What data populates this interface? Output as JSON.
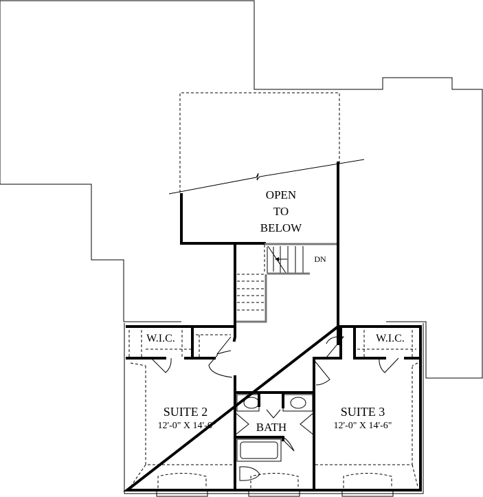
{
  "plan": {
    "open_to_below": [
      "OPEN",
      "TO",
      "BELOW"
    ],
    "stair_label": "DN",
    "rooms": [
      {
        "name": "SUITE 2",
        "dimensions": "12'-0\" X 14'-6\""
      },
      {
        "name": "SUITE 3",
        "dimensions": "12'-0\" X 14'-6\""
      },
      {
        "name": "BATH"
      },
      {
        "name": "W.I.C."
      },
      {
        "name": "W.I.C."
      }
    ]
  }
}
